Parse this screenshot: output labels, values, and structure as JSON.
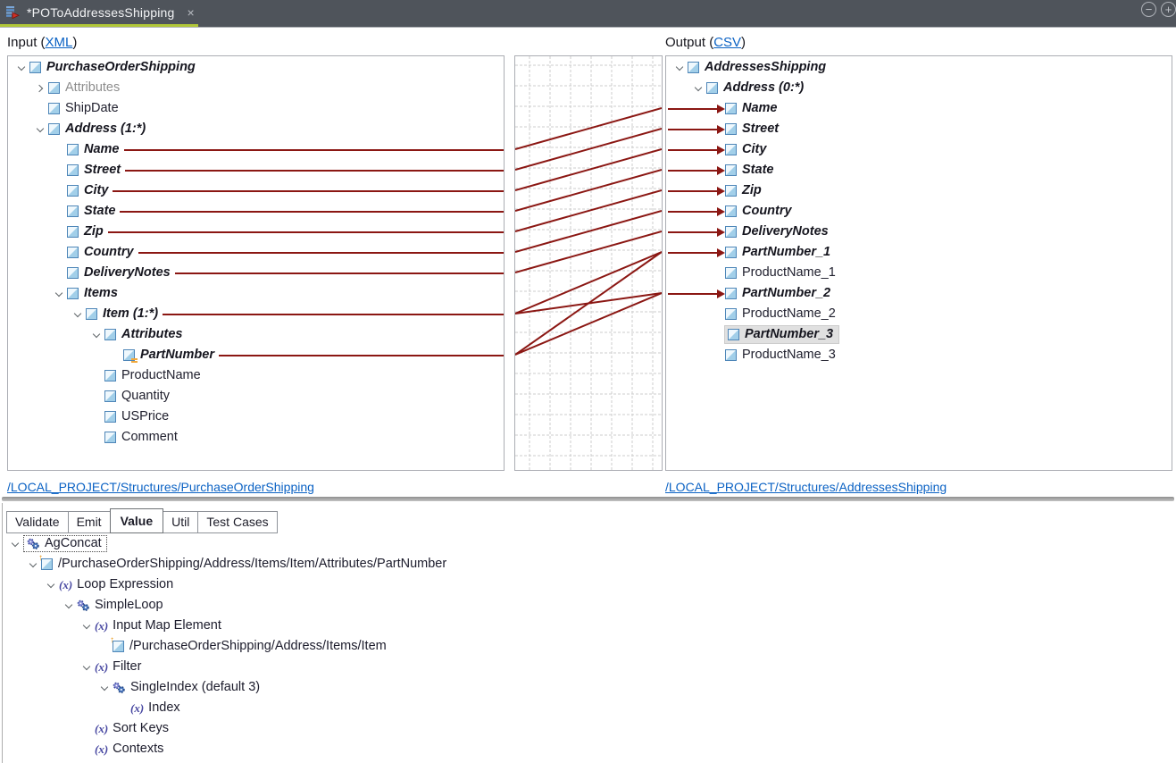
{
  "tab_bar": {
    "title": "*POToAddressesShipping",
    "close_glyph": "×",
    "zoom_out_glyph": "−",
    "zoom_in_glyph": "+"
  },
  "headers": {
    "input_prefix": "Input (",
    "input_link": "XML",
    "input_suffix": ")",
    "output_prefix": "Output (",
    "output_link": "CSV",
    "output_suffix": ")"
  },
  "links": {
    "input_structure": "/LOCAL_PROJECT/Structures/PurchaseOrderShipping",
    "output_structure": "/LOCAL_PROJECT/Structures/AddressesShipping"
  },
  "input_tree": {
    "items": [
      {
        "label": "PurchaseOrderShipping",
        "depth": 0,
        "chevron": "down",
        "style": "bold",
        "icon": "node",
        "line": false
      },
      {
        "label": "Attributes",
        "depth": 1,
        "chevron": "right",
        "style": "gray",
        "icon": "node",
        "line": false
      },
      {
        "label": "ShipDate",
        "depth": 1,
        "chevron": "none",
        "style": "normal",
        "icon": "node",
        "line": false
      },
      {
        "label": "Address (1:*)",
        "depth": 1,
        "chevron": "down",
        "style": "bold",
        "icon": "node",
        "line": false
      },
      {
        "label": "Name",
        "depth": 2,
        "chevron": "none",
        "style": "bold",
        "icon": "node",
        "line": true
      },
      {
        "label": "Street",
        "depth": 2,
        "chevron": "none",
        "style": "bold",
        "icon": "node",
        "line": true
      },
      {
        "label": "City",
        "depth": 2,
        "chevron": "none",
        "style": "bold",
        "icon": "node",
        "line": true
      },
      {
        "label": "State",
        "depth": 2,
        "chevron": "none",
        "style": "bold",
        "icon": "node",
        "line": true
      },
      {
        "label": "Zip",
        "depth": 2,
        "chevron": "none",
        "style": "bold",
        "icon": "node",
        "line": true
      },
      {
        "label": "Country",
        "depth": 2,
        "chevron": "none",
        "style": "bold",
        "icon": "node",
        "line": true
      },
      {
        "label": "DeliveryNotes",
        "depth": 2,
        "chevron": "none",
        "style": "bold",
        "icon": "node",
        "line": true
      },
      {
        "label": "Items",
        "depth": 2,
        "chevron": "down",
        "style": "bold",
        "icon": "node",
        "line": false
      },
      {
        "label": "Item (1:*)",
        "depth": 3,
        "chevron": "down",
        "style": "bold",
        "icon": "node",
        "line": true
      },
      {
        "label": "Attributes",
        "depth": 4,
        "chevron": "down",
        "style": "bold",
        "icon": "node",
        "line": false
      },
      {
        "label": "PartNumber",
        "depth": 5,
        "chevron": "none",
        "style": "bold",
        "icon": "attr",
        "line": true
      },
      {
        "label": "ProductName",
        "depth": 4,
        "chevron": "none",
        "style": "normal",
        "icon": "node",
        "line": false
      },
      {
        "label": "Quantity",
        "depth": 4,
        "chevron": "none",
        "style": "normal",
        "icon": "node",
        "line": false
      },
      {
        "label": "USPrice",
        "depth": 4,
        "chevron": "none",
        "style": "normal",
        "icon": "node",
        "line": false
      },
      {
        "label": "Comment",
        "depth": 4,
        "chevron": "none",
        "style": "normal",
        "icon": "node",
        "line": false
      }
    ]
  },
  "output_tree": {
    "items": [
      {
        "label": "AddressesShipping",
        "depth": 0,
        "chevron": "down",
        "style": "bold",
        "arrow": false,
        "selected": false
      },
      {
        "label": "Address (0:*)",
        "depth": 1,
        "chevron": "down",
        "style": "bold",
        "arrow": false,
        "selected": false
      },
      {
        "label": "Name",
        "depth": 2,
        "chevron": "none",
        "style": "bold",
        "arrow": true,
        "selected": false
      },
      {
        "label": "Street",
        "depth": 2,
        "chevron": "none",
        "style": "bold",
        "arrow": true,
        "selected": false
      },
      {
        "label": "City",
        "depth": 2,
        "chevron": "none",
        "style": "bold",
        "arrow": true,
        "selected": false
      },
      {
        "label": "State",
        "depth": 2,
        "chevron": "none",
        "style": "bold",
        "arrow": true,
        "selected": false
      },
      {
        "label": "Zip",
        "depth": 2,
        "chevron": "none",
        "style": "bold",
        "arrow": true,
        "selected": false
      },
      {
        "label": "Country",
        "depth": 2,
        "chevron": "none",
        "style": "bold",
        "arrow": true,
        "selected": false
      },
      {
        "label": "DeliveryNotes",
        "depth": 2,
        "chevron": "none",
        "style": "bold",
        "arrow": true,
        "selected": false
      },
      {
        "label": "PartNumber_1",
        "depth": 2,
        "chevron": "none",
        "style": "bold",
        "arrow": true,
        "selected": false
      },
      {
        "label": "ProductName_1",
        "depth": 2,
        "chevron": "none",
        "style": "normal",
        "arrow": false,
        "selected": false
      },
      {
        "label": "PartNumber_2",
        "depth": 2,
        "chevron": "none",
        "style": "bold",
        "arrow": true,
        "selected": false
      },
      {
        "label": "ProductName_2",
        "depth": 2,
        "chevron": "none",
        "style": "normal",
        "arrow": false,
        "selected": false
      },
      {
        "label": "PartNumber_3",
        "depth": 2,
        "chevron": "none",
        "style": "bold",
        "arrow": false,
        "selected": true
      },
      {
        "label": "ProductName_3",
        "depth": 2,
        "chevron": "none",
        "style": "normal",
        "arrow": false,
        "selected": false
      }
    ]
  },
  "mappings": [
    {
      "from": 4,
      "to": 2
    },
    {
      "from": 5,
      "to": 3
    },
    {
      "from": 6,
      "to": 4
    },
    {
      "from": 7,
      "to": 5
    },
    {
      "from": 8,
      "to": 6
    },
    {
      "from": 9,
      "to": 7
    },
    {
      "from": 10,
      "to": 8
    },
    {
      "from": 12,
      "to": 9
    },
    {
      "from": 12,
      "to": 11
    },
    {
      "from": 14,
      "to": 9
    },
    {
      "from": 14,
      "to": 11
    }
  ],
  "bottom_tabs": {
    "items": [
      {
        "label": "Validate",
        "active": false
      },
      {
        "label": "Emit",
        "active": false
      },
      {
        "label": "Value",
        "active": true
      },
      {
        "label": "Util",
        "active": false
      },
      {
        "label": "Test Cases",
        "active": false
      }
    ]
  },
  "value_tree": {
    "items": [
      {
        "label": "AgConcat",
        "depth": 0,
        "chevron": "down",
        "icon": "gears",
        "focus": true
      },
      {
        "label": "/PurchaseOrderShipping/Address/Items/Item/Attributes/PartNumber",
        "depth": 1,
        "chevron": "down",
        "icon": "path",
        "focus": false
      },
      {
        "label": "Loop Expression",
        "depth": 2,
        "chevron": "down",
        "icon": "fx",
        "focus": false
      },
      {
        "label": "SimpleLoop",
        "depth": 3,
        "chevron": "down",
        "icon": "gears",
        "focus": false
      },
      {
        "label": "Input Map Element",
        "depth": 4,
        "chevron": "down",
        "icon": "fx",
        "focus": false
      },
      {
        "label": "/PurchaseOrderShipping/Address/Items/Item",
        "depth": 5,
        "chevron": "none",
        "icon": "path",
        "focus": false
      },
      {
        "label": "Filter",
        "depth": 4,
        "chevron": "down",
        "icon": "fx",
        "focus": false
      },
      {
        "label": "SingleIndex (default 3)",
        "depth": 5,
        "chevron": "down",
        "icon": "gears",
        "focus": false
      },
      {
        "label": "Index",
        "depth": 6,
        "chevron": "none",
        "icon": "fx",
        "focus": false
      },
      {
        "label": "Sort Keys",
        "depth": 4,
        "chevron": "none",
        "icon": "fx",
        "focus": false
      },
      {
        "label": "Contexts",
        "depth": 4,
        "chevron": "none",
        "icon": "fx",
        "focus": false
      }
    ]
  },
  "colors": {
    "mapping_line": "#8b1713",
    "tab_accent_green": "#b1c737",
    "topbar_bg": "#4f545b",
    "link_blue": "#0b62c4",
    "grid": "#cdcdcd",
    "selection_bg": "#e0e0e0"
  }
}
